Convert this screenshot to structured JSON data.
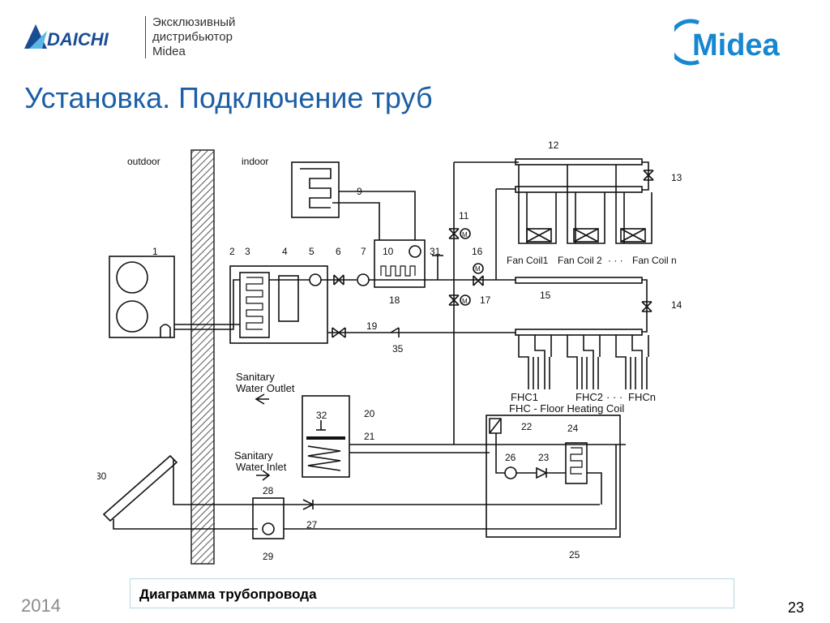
{
  "header": {
    "daichi_logo_text": "DAICHI",
    "distributor_lines": [
      "Эксклюзивный",
      "дистрибьютор",
      "Midea"
    ],
    "midea_logo_text": "Midea",
    "colors": {
      "daichi_blue": "#1a4c96",
      "midea_blue": "#1687d0",
      "title_blue": "#1c5fa6"
    }
  },
  "title": "Установка. Подключение труб",
  "diagram": {
    "outdoor_label": "outdoor",
    "indoor_label": "indoor",
    "numbers": {
      "n1": "1",
      "n2": "2",
      "n3": "3",
      "n4": "4",
      "n5": "5",
      "n6": "6",
      "n7": "7",
      "n9": "9",
      "n10": "10",
      "n11": "11",
      "n12": "12",
      "n13": "13",
      "n14": "14",
      "n15": "15",
      "n16": "16",
      "n17": "17",
      "n18": "18",
      "n19": "19",
      "n20": "20",
      "n21": "21",
      "n22": "22",
      "n23": "23",
      "n24": "24",
      "n25": "25",
      "n26": "26",
      "n27": "27",
      "n28": "28",
      "n29": "29",
      "n30": "30",
      "n31": "31",
      "n32": "32",
      "n35": "35"
    },
    "fan_coil_labels": [
      "Fan Coil1",
      "Fan Coil 2",
      "· · ·",
      "Fan Coil n"
    ],
    "fhc_labels": [
      "FHC1",
      "FHC2",
      "· · ·",
      "FHCn"
    ],
    "fhc_caption": "FHC - Floor Heating Coil",
    "sanitary_outlet": [
      "Sanitary",
      "Water Outlet"
    ],
    "sanitary_inlet": [
      "Sanitary",
      "Water Inlet"
    ],
    "motor_mark": "M"
  },
  "caption": "Диаграмма трубопровода",
  "footer": {
    "year": "2014",
    "page_number": "23"
  }
}
